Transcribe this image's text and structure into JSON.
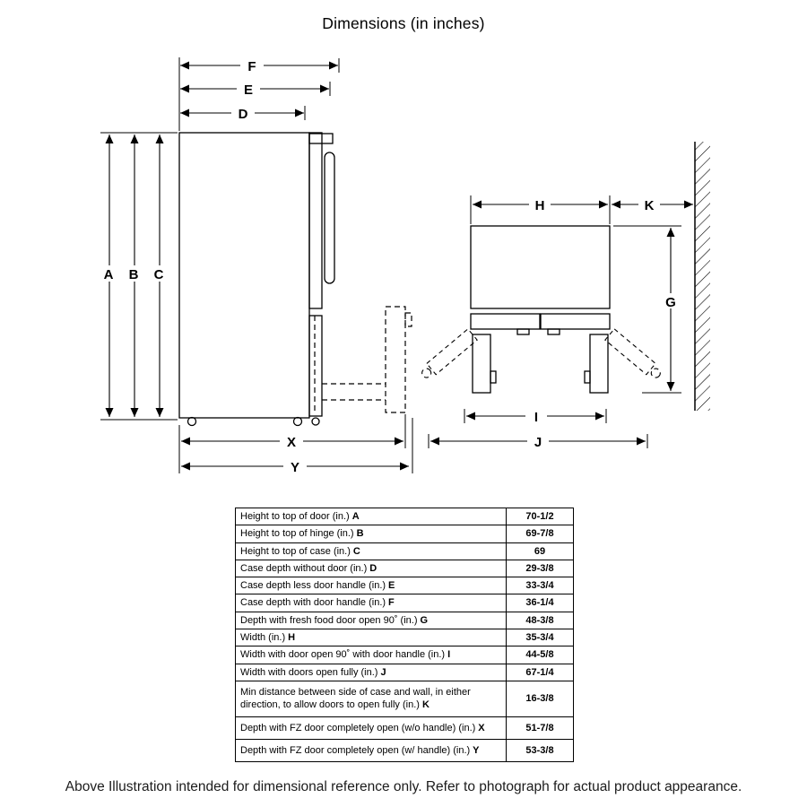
{
  "title": "Dimensions (in inches)",
  "diagram": {
    "labels": {
      "A": "A",
      "B": "B",
      "C": "C",
      "D": "D",
      "E": "E",
      "F": "F",
      "G": "G",
      "H": "H",
      "I": "I",
      "J": "J",
      "K": "K",
      "X": "X",
      "Y": "Y"
    }
  },
  "table": {
    "rows": [
      {
        "label": "Height to top of door (in.)",
        "key": "A",
        "value": "70-1/2"
      },
      {
        "label": "Height to top of hinge (in.)",
        "key": "B",
        "value": "69-7/8"
      },
      {
        "label": "Height to top of case (in.)",
        "key": "C",
        "value": "69"
      },
      {
        "label": "Case depth without door (in.)",
        "key": "D",
        "value": "29-3/8"
      },
      {
        "label": "Case depth less door handle (in.)",
        "key": "E",
        "value": "33-3/4"
      },
      {
        "label": "Case depth with door handle (in.)",
        "key": "F",
        "value": "36-1/4"
      },
      {
        "label": "Depth with fresh food door open 90˚ (in.)",
        "key": "G",
        "value": "48-3/8"
      },
      {
        "label": "Width (in.)",
        "key": "H",
        "value": "35-3/4"
      },
      {
        "label": "Width with door open 90˚ with door handle (in.)",
        "key": "I",
        "value": "44-5/8"
      },
      {
        "label": "Width with doors open fully (in.)",
        "key": "J",
        "value": "67-1/4"
      },
      {
        "label": "Min distance between side of case and wall, in either direction, to allow doors to open fully (in.)",
        "key": "K",
        "value": "16-3/8"
      },
      {
        "label": "Depth with FZ door completely open (w/o handle) (in.)",
        "key": "X",
        "value": "51-7/8"
      },
      {
        "label": "Depth with FZ door completely open (w/ handle) (in.)",
        "key": "Y",
        "value": "53-3/8"
      }
    ]
  },
  "footer": "Above Illustration intended for dimensional reference only. Refer to photograph for actual product appearance."
}
